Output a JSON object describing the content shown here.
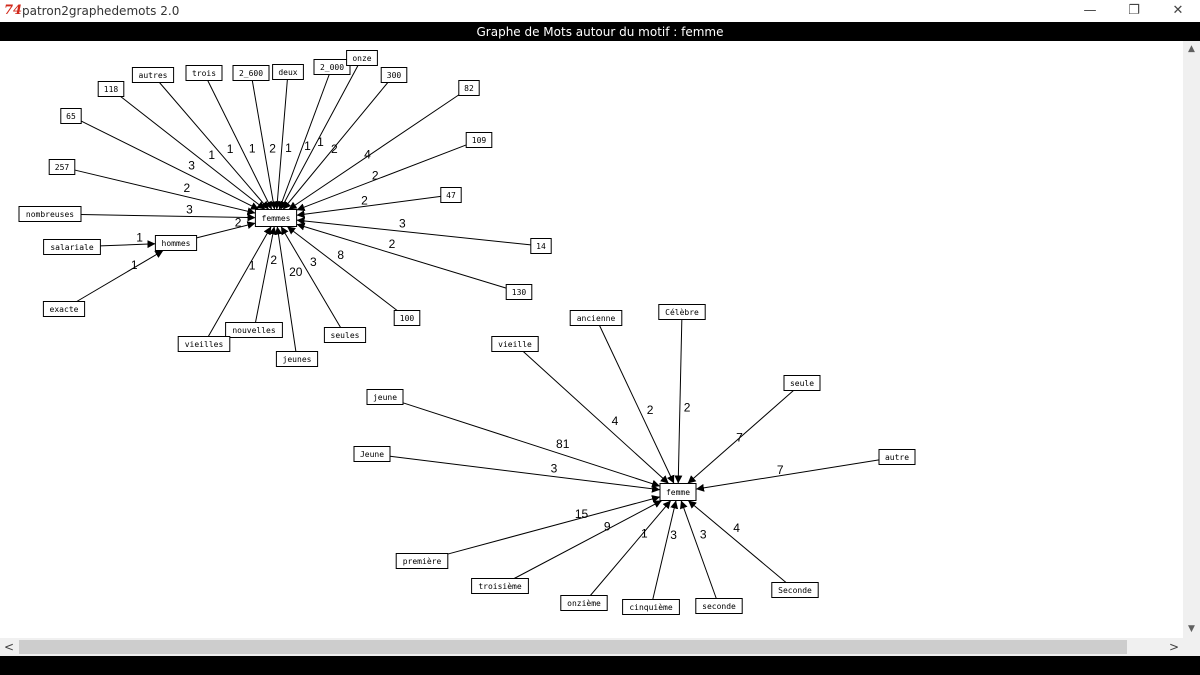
{
  "window": {
    "app_icon_glyph": "74",
    "title": "patron2graphedemots 2.0",
    "minimize_glyph": "—",
    "maximize_glyph": "❐",
    "close_glyph": "✕"
  },
  "canvas_header": "Graphe de Mots autour du motif : femme",
  "scrollbars": {
    "up_glyph": "▲",
    "down_glyph": "▼",
    "left_glyph": "<",
    "right_glyph": ">"
  },
  "graphs": [
    {
      "center": "femmes",
      "edges": [
        {
          "from": "65",
          "weight": "3"
        },
        {
          "from": "118",
          "weight": "1"
        },
        {
          "from": "autres",
          "weight": "1"
        },
        {
          "from": "trois",
          "weight": "1"
        },
        {
          "from": "2_600",
          "weight": "2"
        },
        {
          "from": "deux",
          "weight": "1"
        },
        {
          "from": "2_000",
          "weight": "1"
        },
        {
          "from": "onze",
          "weight": "1"
        },
        {
          "from": "300",
          "weight": "2"
        },
        {
          "from": "82",
          "weight": "4"
        },
        {
          "from": "109",
          "weight": "2"
        },
        {
          "from": "47",
          "weight": "2"
        },
        {
          "from": "14",
          "weight": "3"
        },
        {
          "from": "130",
          "weight": "2"
        },
        {
          "from": "100",
          "weight": "8"
        },
        {
          "from": "seules",
          "weight": "3"
        },
        {
          "from": "jeunes",
          "weight": "20"
        },
        {
          "from": "nouvelles",
          "weight": "2"
        },
        {
          "from": "vieilles",
          "weight": "1"
        },
        {
          "from": "hommes",
          "weight": "2"
        },
        {
          "from": "nombreuses",
          "weight": "3"
        },
        {
          "from": "257",
          "weight": "2"
        }
      ],
      "sub_edges": [
        {
          "from": "salariale",
          "to": "hommes",
          "weight": "1"
        },
        {
          "from": "exacte",
          "to": "hommes",
          "weight": "1"
        }
      ]
    },
    {
      "center": "femme",
      "edges": [
        {
          "from": "jeune",
          "weight": "81"
        },
        {
          "from": "Jeune",
          "weight": "3"
        },
        {
          "from": "vieille",
          "weight": "4"
        },
        {
          "from": "ancienne",
          "weight": "2"
        },
        {
          "from": "Célèbre",
          "weight": "2"
        },
        {
          "from": "seule",
          "weight": "7"
        },
        {
          "from": "autre",
          "weight": "7"
        },
        {
          "from": "Seconde",
          "weight": "4"
        },
        {
          "from": "seconde",
          "weight": "3"
        },
        {
          "from": "cinquième",
          "weight": "3"
        },
        {
          "from": "onzième",
          "weight": "1"
        },
        {
          "from": "troisième",
          "weight": "9"
        },
        {
          "from": "première",
          "weight": "15"
        }
      ]
    }
  ]
}
